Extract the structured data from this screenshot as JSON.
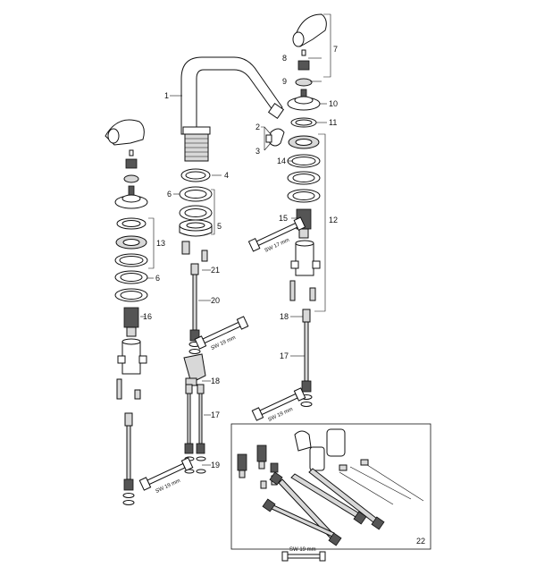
{
  "callouts": {
    "c1": "1",
    "c2": "2",
    "c3": "3",
    "c4": "4",
    "c5": "5",
    "c6a": "6",
    "c6b": "6",
    "c7": "7",
    "c8": "8",
    "c9": "9",
    "c10": "10",
    "c11": "11",
    "c12": "12",
    "c13": "13",
    "c14": "14",
    "c15": "15",
    "c16": "16",
    "c17a": "17",
    "c17b": "17",
    "c18a": "18",
    "c18b": "18",
    "c19": "19",
    "c20": "20",
    "c21": "21",
    "c22": "22"
  },
  "wrench_labels": {
    "w1": "SW 17 mm",
    "w2": "SW 19 mm",
    "w3": "SW 19 mm",
    "w4": "SW 19 mm",
    "w5": "SW 19 mm"
  }
}
